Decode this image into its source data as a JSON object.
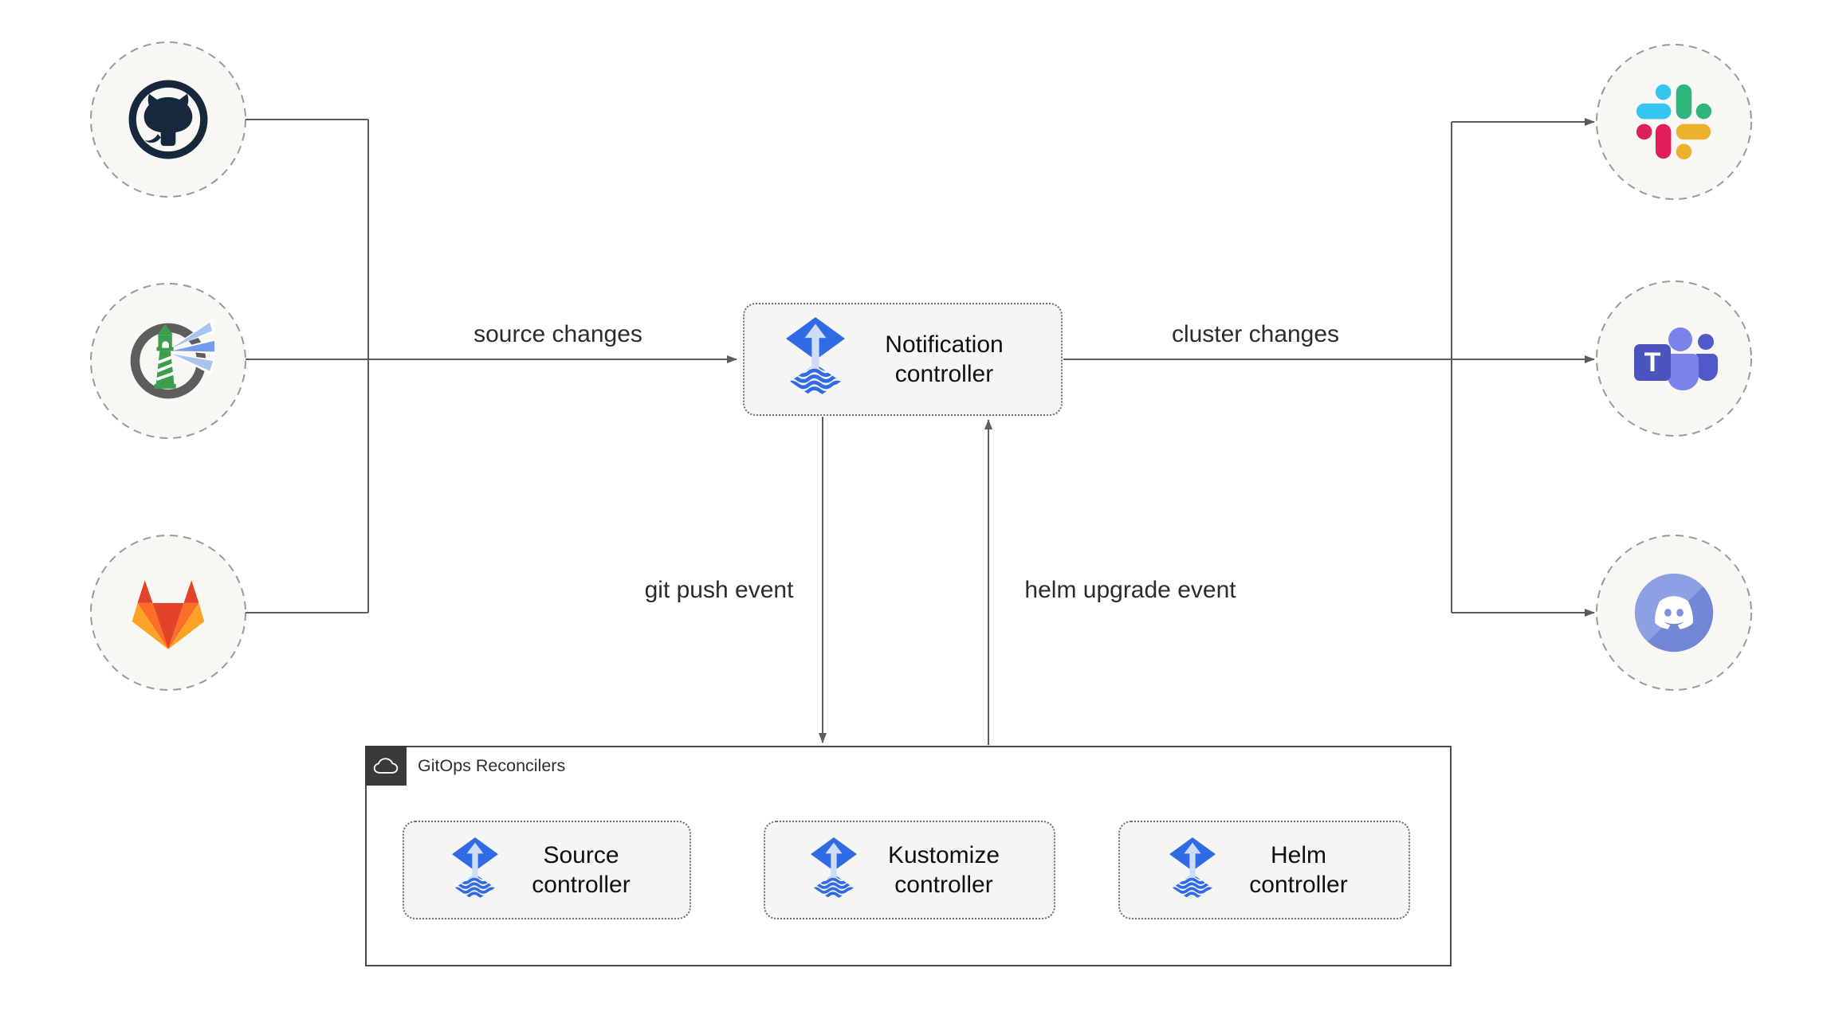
{
  "diagram": {
    "controllers": {
      "notification": {
        "label": "Notification controller",
        "icon": "flux-icon"
      },
      "source": {
        "label": "Source controller",
        "icon": "flux-icon"
      },
      "kustomize": {
        "label": "Kustomize controller",
        "icon": "flux-icon"
      },
      "helm": {
        "label": "Helm controller",
        "icon": "flux-icon"
      }
    },
    "group": {
      "label": "GitOps Reconcilers",
      "icon": "cloud-icon"
    },
    "providers": {
      "left": [
        {
          "icon": "github-icon"
        },
        {
          "icon": "harbor-icon"
        },
        {
          "icon": "gitlab-icon"
        }
      ],
      "right": [
        {
          "icon": "slack-icon"
        },
        {
          "icon": "teams-icon"
        },
        {
          "icon": "discord-icon"
        }
      ]
    },
    "edges": {
      "source_changes": {
        "label": "source changes"
      },
      "cluster_changes": {
        "label": "cluster changes"
      },
      "git_push": {
        "label": "git push event"
      },
      "helm_upgrade": {
        "label": "helm upgrade event"
      }
    },
    "colors": {
      "wire": "#5c5c5c",
      "flux_blue": "#2f6be4",
      "flux_arrow": "#cddcf7",
      "box_fill": "#f5f5f3",
      "circle_fill": "#f8f7f4",
      "group_header": "#3a3a3a",
      "github": "#16293c",
      "harbor_green": "#3c9e4d",
      "gitlab": [
        "#e24329",
        "#fc6d26",
        "#fca326"
      ],
      "slack": [
        "#36c5f0",
        "#2eb67d",
        "#e01e5a",
        "#ecb22e"
      ],
      "teams": [
        "#4b53bc",
        "#7b83eb",
        "#5059c9"
      ],
      "discord": "#7289da"
    }
  }
}
